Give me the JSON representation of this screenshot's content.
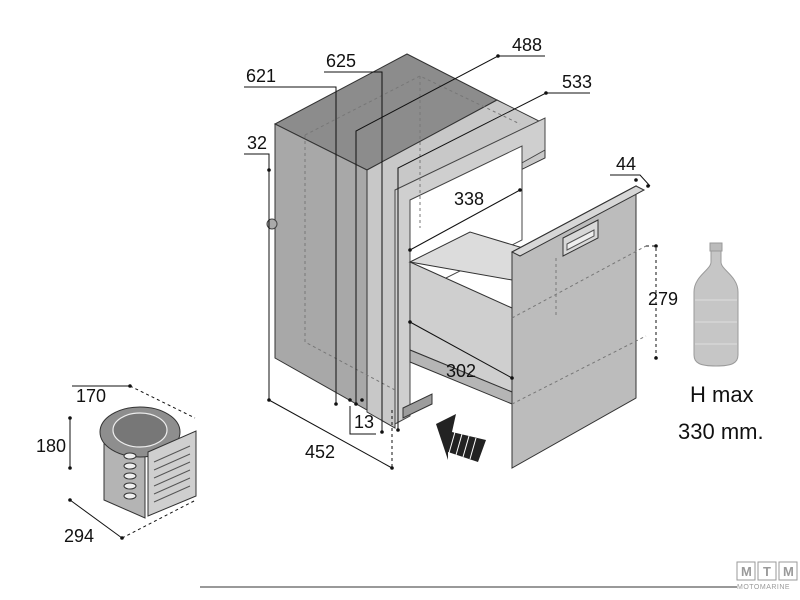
{
  "dimensions": {
    "w621": "621",
    "w625": "625",
    "w488": "488",
    "w533": "533",
    "w32": "32",
    "w338": "338",
    "w44": "44",
    "w279": "279",
    "w302": "302",
    "w13": "13",
    "w452": "452",
    "w170": "170",
    "w180": "180",
    "w294": "294"
  },
  "bottle": {
    "line1": "H max",
    "line2": "330 mm."
  },
  "logo": {
    "letters": [
      "M",
      "T",
      "M"
    ],
    "word": "MOTOMARINE"
  },
  "colors": {
    "cabinet_top": "#8a8a8a",
    "cabinet_side": "#a9a9a9",
    "frame": "#c8c8c8",
    "door": "#bdbdbd",
    "drawer": "#d2d2d2",
    "bottle": "#c4c4c4",
    "unit": "#b8b8b8"
  }
}
